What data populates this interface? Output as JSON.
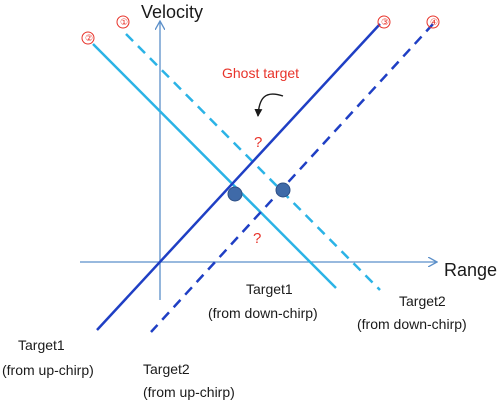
{
  "diagram": {
    "axes": {
      "velocity_label": "Velocity",
      "range_label": "Range"
    },
    "line_markers": [
      "①",
      "②",
      "③",
      "④"
    ],
    "ghost_label": "Ghost target",
    "question_marks": [
      "?",
      "?"
    ],
    "targets": [
      {
        "line1": "Target1",
        "line2": "(from up-chirp)"
      },
      {
        "line1": "Target2",
        "line2": "(from up-chirp)"
      },
      {
        "line1": "Target1",
        "line2": "(from down-chirp)"
      },
      {
        "line1": "Target2",
        "line2": "(from down-chirp)"
      }
    ],
    "colors": {
      "axis": "#5b8fc9",
      "light_line": "#2bb3e6",
      "dark_line": "#1f3fc4",
      "dot": "#3f6aa8",
      "annotation": "#e8332a"
    }
  }
}
